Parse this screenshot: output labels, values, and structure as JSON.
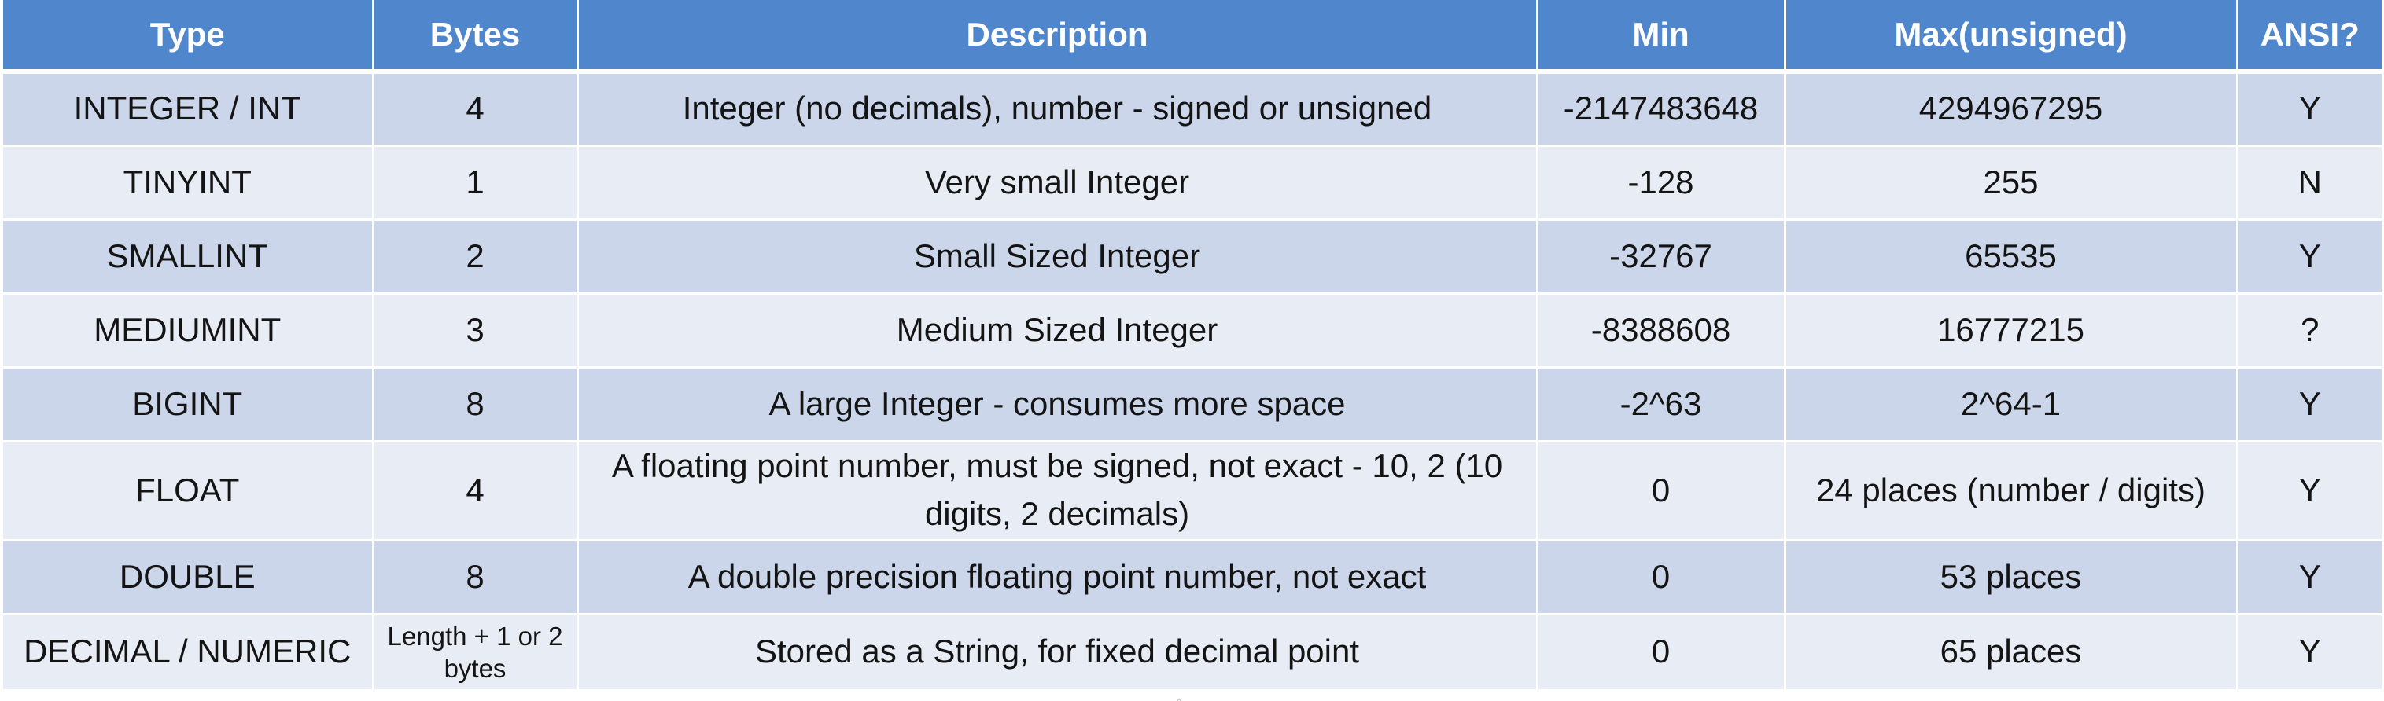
{
  "table": {
    "headers": [
      "Type",
      "Bytes",
      "Description",
      "Min",
      "Max(unsigned)",
      "ANSI?"
    ],
    "rows": [
      {
        "type": "INTEGER / INT",
        "bytes": "4",
        "description": "Integer (no decimals), number - signed or unsigned",
        "min": "-2147483648",
        "max": "4294967295",
        "ansi": "Y"
      },
      {
        "type": "TINYINT",
        "bytes": "1",
        "description": "Very small Integer",
        "min": "-128",
        "max": "255",
        "ansi": "N"
      },
      {
        "type": "SMALLINT",
        "bytes": "2",
        "description": "Small Sized Integer",
        "min": "-32767",
        "max": "65535",
        "ansi": "Y"
      },
      {
        "type": "MEDIUMINT",
        "bytes": "3",
        "description": "Medium Sized Integer",
        "min": "-8388608",
        "max": "16777215",
        "ansi": "?"
      },
      {
        "type": "BIGINT",
        "bytes": "8",
        "description": "A large Integer - consumes more space",
        "min": "-2^63",
        "max": "2^64-1",
        "ansi": "Y"
      },
      {
        "type": "FLOAT",
        "bytes": "4",
        "description": "A floating point number, must be signed, not exact - 10, 2 (10 digits, 2 decimals)",
        "min": "0",
        "max": "24 places (number / digits)",
        "ansi": "Y"
      },
      {
        "type": "DOUBLE",
        "bytes": "8",
        "description": "A double precision floating point number, not exact",
        "min": "0",
        "max": "53 places",
        "ansi": "Y"
      },
      {
        "type": "DECIMAL / NUMERIC",
        "bytes": "Length + 1 or 2 bytes",
        "description": "Stored as a String, for fixed decimal point",
        "min": "0",
        "max": "65 places",
        "ansi": "Y"
      }
    ]
  },
  "colors": {
    "header_bg": "#4f86cc",
    "row_dark": "#cbd6ea",
    "row_light": "#e8ecf4"
  }
}
